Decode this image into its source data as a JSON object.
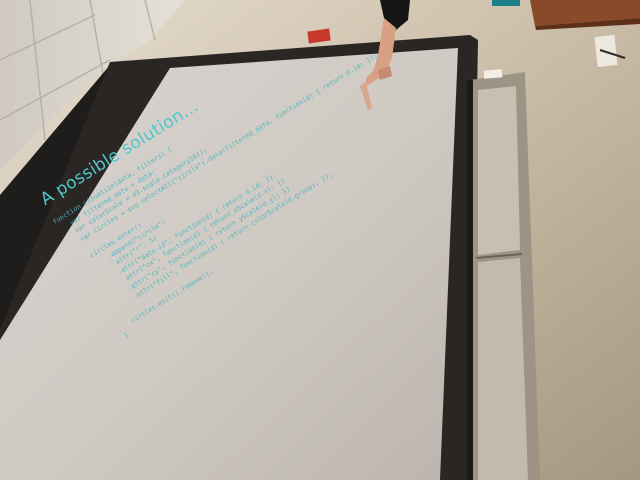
{
  "slide": {
    "title": "A possible solution...",
    "code_lines": [
      {
        "text": "function visualize(data, filters) {",
        "indent": 0
      },
      {
        "text": "var filtered_data = data;",
        "indent": 1
      },
      {
        "text": "var colorScale = d3.scale.category10();",
        "indent": 1
      },
      {
        "text": "var circles = svg.selectAll(\"circle\").data(filtered_data, function(d) { return d.id; });",
        "indent": 1
      },
      {
        "text": "",
        "indent": 0
      },
      {
        "text": "circles.enter()",
        "indent": 1
      },
      {
        "text": ".append(\"circle\")",
        "indent": 2
      },
      {
        "text": ".attr(\"r\", 5)",
        "indent": 2
      },
      {
        "text": ".attr(\"data-id\", function(d) { return d.id; })",
        "indent": 2
      },
      {
        "text": ".attr(\"cx\", function(d) { return xScale(d.x); })",
        "indent": 2
      },
      {
        "text": ".attr(\"cy\", function(d) { return yScale(d.y); })",
        "indent": 2
      },
      {
        "text": ".attr(\"fill\", function(d) { return colorScale(d.group); });",
        "indent": 2
      },
      {
        "text": "",
        "indent": 0
      },
      {
        "text": "circles.exit().remove();",
        "indent": 1
      },
      {
        "text": "}",
        "indent": 0
      }
    ]
  },
  "colors": {
    "wall": "#b9ac97",
    "screen": "#d9d5d1",
    "screen_frame": "#2a2624",
    "text": "#4ab6c0"
  }
}
